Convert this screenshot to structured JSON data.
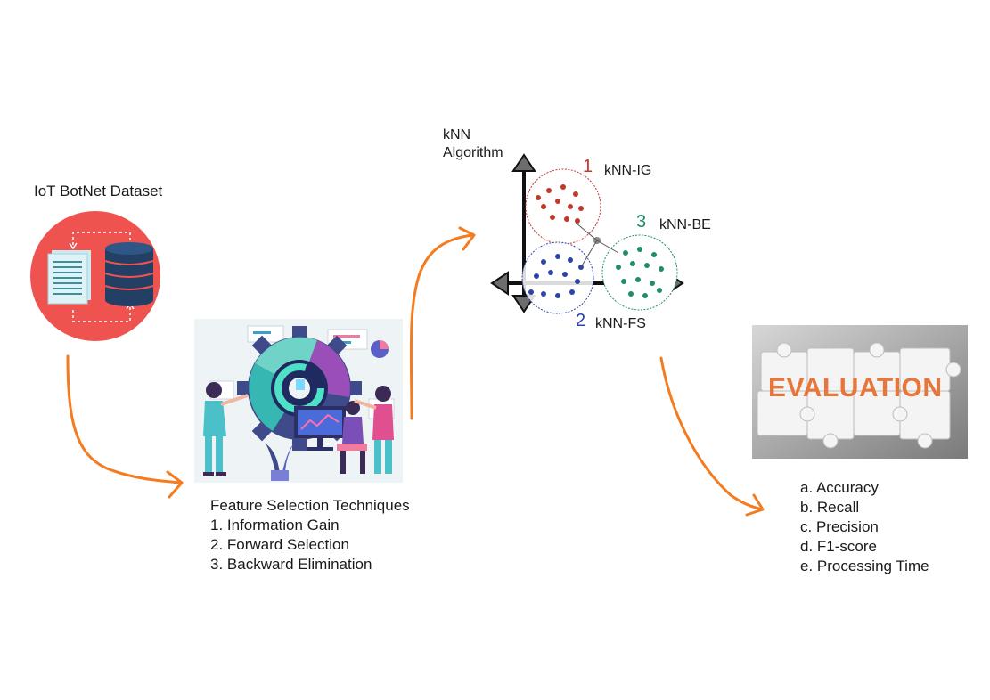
{
  "dataset": {
    "title": "IoT BotNet Dataset",
    "colors": {
      "circle": "#ef5350",
      "db": "#233f63",
      "doc": "#cbe9ef",
      "docLines": "#3c8fa0"
    }
  },
  "feature_selection": {
    "title": "Feature Selection Techniques",
    "items": [
      "1. Information Gain",
      "2. Forward Selection",
      "3. Backward Elimination"
    ]
  },
  "knn": {
    "title_line1": "kNN",
    "title_line2": "Algorithm",
    "clusters": [
      {
        "number": "1",
        "label": "kNN-IG",
        "color": "#c0392b"
      },
      {
        "number": "2",
        "label": "kNN-FS",
        "color": "#2a44a8"
      },
      {
        "number": "3",
        "label": "kNN-BE",
        "color": "#1f8f63"
      }
    ]
  },
  "evaluation": {
    "banner": "EVALUATION",
    "metrics": [
      "a. Accuracy",
      "b. Recall",
      "c. Precision",
      "d. F1-score",
      "e. Processing Time"
    ]
  },
  "arrow_color": "#f47c20"
}
